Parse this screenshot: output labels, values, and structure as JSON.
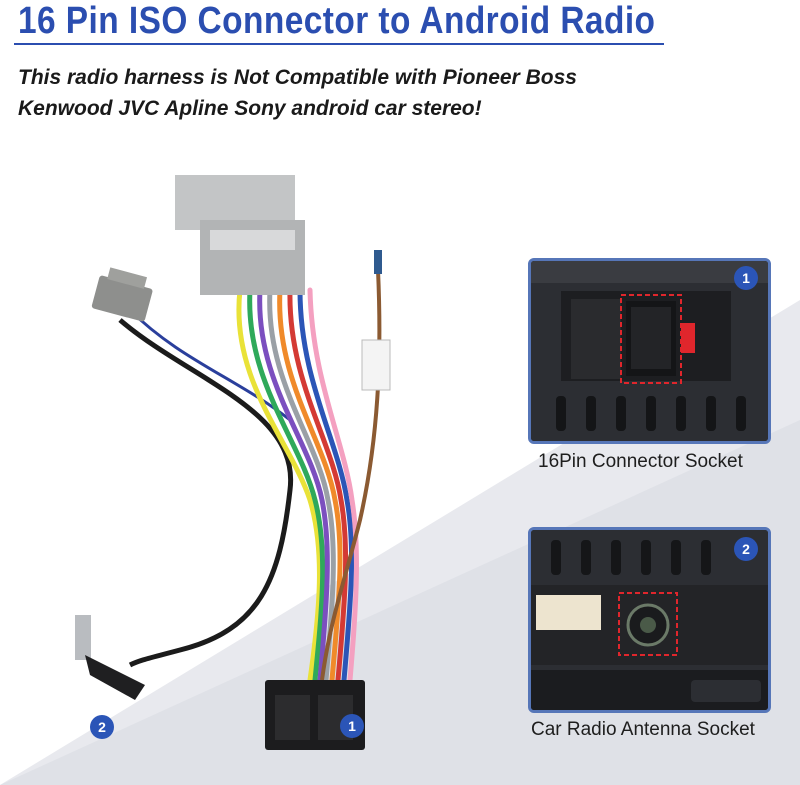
{
  "header": {
    "title": "16 Pin ISO Connector to Android Radio",
    "subtitle_line1": "This radio harness is Not Compatible with Pioneer Boss",
    "subtitle_line2": "Kenwood JVC Apline Sony android car stereo!"
  },
  "harness": {
    "badge_iso": "1",
    "badge_antenna": "2"
  },
  "panels": [
    {
      "badge": "1",
      "caption": "16Pin Connector Socket"
    },
    {
      "badge": "2",
      "caption": "Car Radio Antenna Socket"
    }
  ],
  "colors": {
    "accent": "#2b4eb0",
    "badge": "#2b55b7",
    "highlight": "#e0262c"
  },
  "icons": [
    "number-badge-icon",
    "harness-illustration",
    "connector-socket-photo",
    "antenna-socket-photo"
  ]
}
